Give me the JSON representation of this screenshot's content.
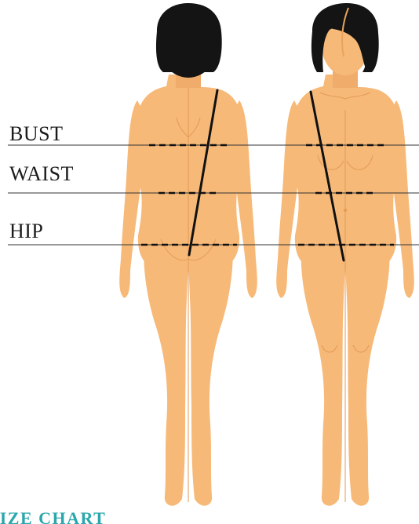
{
  "labels": {
    "bust": "BUST",
    "waist": "WAIST",
    "hip": "HIP"
  },
  "footer": {
    "title": "SIZE CHART"
  },
  "colors": {
    "skin": "#f7b978",
    "skin_shadow": "#e39a55",
    "hair": "#141414",
    "hair_highlight": "#e8a45c",
    "guide_line": "#333333",
    "measure_line": "#111111",
    "title": "#2aa7ad"
  },
  "figures": [
    {
      "view": "back"
    },
    {
      "view": "front"
    }
  ],
  "icons": [
    "back-view-figure",
    "front-view-figure"
  ]
}
